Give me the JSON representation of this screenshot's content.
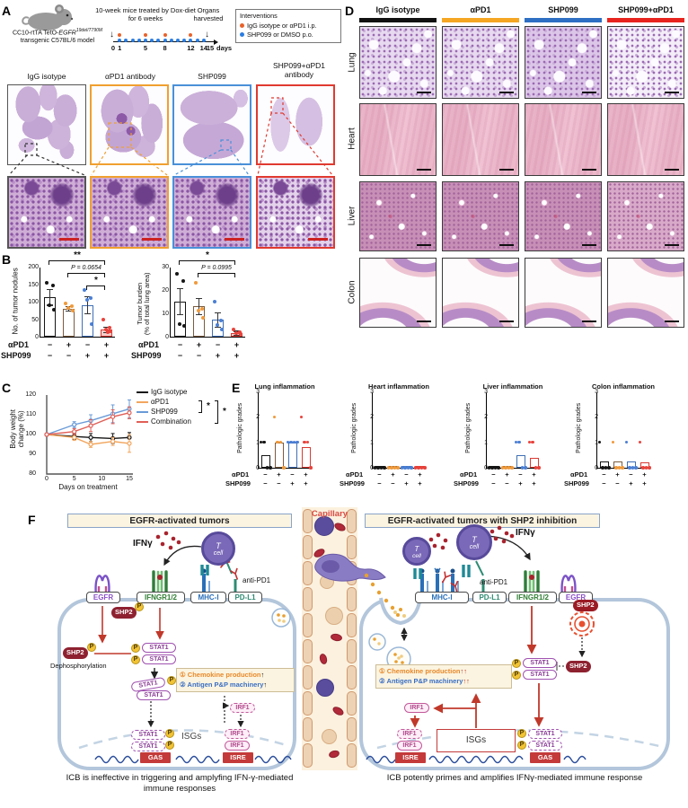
{
  "panel_a": {
    "label": "A",
    "model_prefix": "CC10-rtTA TetO-",
    "model_gene": "EGFR",
    "model_sup": "19del/T790M",
    "model_line2": "transgenic C57BL/6 model",
    "treatment_note": "10-week mice treated by Dox-diet for 6 weeks",
    "organs_note": "Organs harvested",
    "timeline": {
      "days": [
        0,
        1,
        5,
        8,
        12,
        14,
        15
      ],
      "days_suffix": "days",
      "orange_days": [
        1,
        5,
        8,
        12
      ],
      "blue_days": [
        1,
        2,
        3,
        4,
        5,
        6,
        7,
        8,
        9,
        10,
        11,
        12,
        13,
        14
      ]
    },
    "interventions": {
      "title": "Interventions",
      "items": [
        {
          "label": "IgG isotype or αPD1 i.p.",
          "color": "#e8622a"
        },
        {
          "label": "SHP099 or DMSO p.o.",
          "color": "#2a7de1"
        }
      ]
    },
    "columns": [
      "IgG isotype",
      "αPD1 antibody",
      "SHP099",
      "SHP099+αPD1 antibody"
    ]
  },
  "panel_b": {
    "label": "B",
    "group_colors": [
      "#151515",
      "#7a5c3e",
      "#3f6fb5",
      "#d93a32"
    ],
    "point_colors": [
      "#151515",
      "#f09a3c",
      "#4a7fd4",
      "#e8433c"
    ],
    "xrow1_label": "αPD1",
    "xrow2_label": "SHP099",
    "xrow1": [
      "−",
      "+",
      "−",
      "+"
    ],
    "xrow2": [
      "−",
      "−",
      "+",
      "+"
    ],
    "chart1": {
      "type": "bar",
      "ylabel": "No. of tumor nodules",
      "ymax": 200,
      "yticks": [
        0,
        50,
        100,
        150,
        200
      ],
      "bars": [
        112,
        80,
        90,
        20
      ],
      "errors": [
        22,
        6,
        25,
        8
      ],
      "points": [
        [
          155,
          147,
          90,
          77
        ],
        [
          95,
          88,
          83,
          75
        ],
        [
          133,
          110,
          104,
          36
        ],
        [
          50,
          25,
          20,
          15,
          12
        ]
      ],
      "sig": [
        "**",
        "P = 0.0654",
        "*"
      ]
    },
    "chart2": {
      "type": "bar",
      "ylabel_line1": "Tumor burden",
      "ylabel_line2": "(% of total lung area)",
      "ymax": 30,
      "yticks": [
        0,
        10,
        20,
        30
      ],
      "bars": [
        15,
        13,
        7.2,
        1.5
      ],
      "errors": [
        5.5,
        3.5,
        3,
        0.8
      ],
      "points": [
        [
          27,
          24,
          5.5,
          4.5
        ],
        [
          23,
          12,
          11,
          8
        ],
        [
          15,
          7,
          5,
          3
        ],
        [
          3,
          2,
          1.5,
          1
        ]
      ],
      "sig": [
        "*",
        "P = 0.0995"
      ]
    }
  },
  "panel_c": {
    "label": "C",
    "type": "line",
    "ylabel_line1": "Body weight",
    "ylabel_line2": "change (%)",
    "xlabel": "Days on treatment",
    "x": [
      0,
      5,
      8,
      12,
      15
    ],
    "xticks": [
      0,
      5,
      10,
      15
    ],
    "yticks": [
      120,
      110,
      100,
      90,
      80
    ],
    "ylim": [
      80,
      120
    ],
    "series": [
      {
        "name": "IgG isotype",
        "color": "#151515",
        "values": [
          100,
          99,
          98.5,
          98,
          98.5
        ],
        "err": [
          0.5,
          1.5,
          2,
          2.5,
          2.5
        ]
      },
      {
        "name": "αPD1",
        "color": "#f2a65e",
        "values": [
          100,
          98.5,
          95,
          96.5,
          95.5
        ],
        "err": [
          0.5,
          1.5,
          1.5,
          2,
          4.5
        ]
      },
      {
        "name": "SHP099",
        "color": "#6a9bd8",
        "values": [
          100,
          105,
          107,
          110.5,
          113
        ],
        "err": [
          0.5,
          1.5,
          3,
          4.5,
          4.5
        ]
      },
      {
        "name": "Combination",
        "color": "#e06058",
        "values": [
          100,
          101.5,
          104.5,
          109,
          111
        ],
        "err": [
          0.5,
          1.5,
          3,
          3.5,
          3
        ]
      }
    ],
    "sig": [
      "*",
      "*"
    ]
  },
  "panel_d": {
    "label": "D",
    "columns": [
      {
        "label": "IgG isotype",
        "color": "#111111"
      },
      {
        "label": "αPD1",
        "color": "#f5a623"
      },
      {
        "label": "SHP099",
        "color": "#2e6fc4"
      },
      {
        "label": "SHP099+αPD1",
        "color": "#e8241f"
      }
    ],
    "rows": [
      "Lung",
      "Heart",
      "Liver",
      "Colon"
    ]
  },
  "panel_e": {
    "label": "E",
    "ylabel": "Pathologic grades",
    "ymax": 3,
    "yticks": [
      0,
      1,
      2,
      3
    ],
    "xrow1_label": "αPD1",
    "xrow2_label": "SHP099",
    "xrow1": [
      "−",
      "+",
      "−",
      "+"
    ],
    "xrow2": [
      "−",
      "−",
      "+",
      "+"
    ],
    "charts": [
      {
        "title": "Lung inflammation",
        "type": "bar",
        "bars": [
          0.5,
          1,
          1,
          0.8
        ],
        "points": [
          [
            1,
            1,
            0,
            0
          ],
          [
            2,
            1,
            1,
            0
          ],
          [
            1,
            1,
            1,
            1
          ],
          [
            2,
            1,
            1,
            0
          ]
        ]
      },
      {
        "title": "Heart inflammation",
        "type": "bar",
        "bars": [
          0,
          0,
          0,
          0
        ],
        "points": [
          [
            0,
            0,
            0,
            0
          ],
          [
            0,
            0,
            0,
            0
          ],
          [
            0,
            0,
            0,
            0
          ],
          [
            0,
            0,
            0,
            0
          ]
        ]
      },
      {
        "title": "Liver inflammation",
        "type": "bar",
        "bars": [
          0,
          0,
          0.5,
          0.4
        ],
        "points": [
          [
            0,
            0,
            0,
            0
          ],
          [
            0,
            0,
            0,
            0
          ],
          [
            1,
            1,
            0,
            0
          ],
          [
            1,
            1,
            0,
            0
          ]
        ]
      },
      {
        "title": "Colon inflammation",
        "type": "bar",
        "bars": [
          0.25,
          0.25,
          0.25,
          0.2
        ],
        "points": [
          [
            1,
            0,
            0,
            0
          ],
          [
            1,
            0,
            0,
            0
          ],
          [
            1,
            0,
            0,
            0
          ],
          [
            1,
            0,
            0,
            0
          ]
        ]
      }
    ]
  },
  "panel_f": {
    "label": "F",
    "header_left": "EGFR-activated tumors",
    "capillary_label": "Capillary",
    "header_right": "EGFR-activated tumors with SHP2 inhibition",
    "ifng": "IFNγ",
    "tcell_line1": "T",
    "tcell_line2": "cell",
    "anti_pd1": "anti-PD1",
    "receptor_egfr": "EGFR",
    "receptor_ifngr": "IFNGR1/2",
    "receptor_mhc": "MHC-I",
    "receptor_pdl1": "PD-L1",
    "shp2": "SHP2",
    "p": "P",
    "stat1": "STAT1",
    "dephosphorylation": "Dephosphorylation",
    "box_left_line1": "① Chemokine production",
    "box_left_arrow1": "↑",
    "box_left_line2": "② Antigen P&P machinery",
    "box_left_arrow2": "↑",
    "box_right_line1": "① Chemokine production",
    "box_right_arrow1": "↑↑",
    "box_right_line2": "② Antigen P&P machinery",
    "box_right_arrow2": "↑↑",
    "irf1": "IRF1",
    "isgs": "ISGs",
    "gas": "GAS",
    "isre": "ISRE",
    "caption_left": "ICB is ineffective in triggering and amplyfing IFN-γ-mediated immune responses",
    "caption_right": "ICB potently primes and amplifies IFNγ-mediated immune response"
  }
}
